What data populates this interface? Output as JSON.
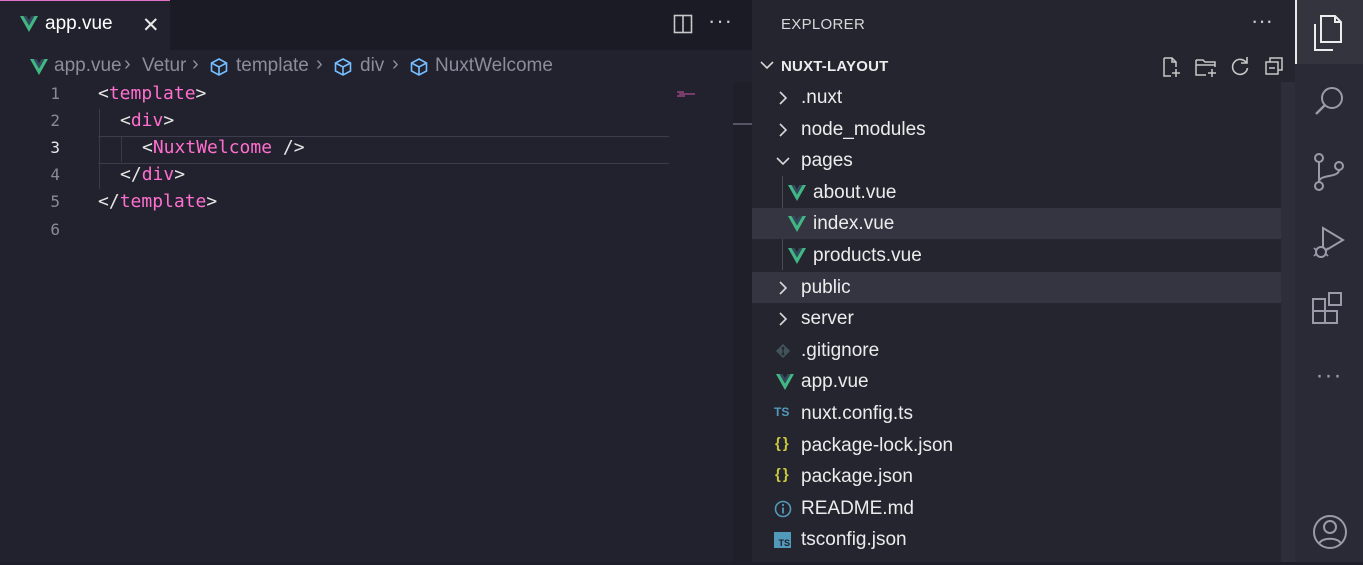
{
  "editor": {
    "tab": {
      "label": "app.vue",
      "close": "✕"
    },
    "toolbar": {
      "more": "···"
    },
    "breadcrumb": [
      "app.vue",
      "Vetur",
      "template",
      "div",
      "NuxtWelcome"
    ],
    "lines": [
      {
        "n": "1",
        "indent": 0,
        "open": "<",
        "tag": "template",
        "close": ">"
      },
      {
        "n": "2",
        "indent": 1,
        "open": "<",
        "tag": "div",
        "close": ">"
      },
      {
        "n": "3",
        "indent": 2,
        "open": "<",
        "tag": "NuxtWelcome",
        "close": " />"
      },
      {
        "n": "4",
        "indent": 1,
        "open": "</",
        "tag": "div",
        "close": ">"
      },
      {
        "n": "5",
        "indent": 0,
        "open": "</",
        "tag": "template",
        "close": ">"
      },
      {
        "n": "6",
        "indent": 0,
        "open": "",
        "tag": "",
        "close": ""
      }
    ],
    "active_line": "3"
  },
  "sidebar": {
    "title": "EXPLORER",
    "more": "···",
    "section_title": "NUXT-LAYOUT",
    "items": [
      {
        "label": ".nuxt",
        "kind": "folder",
        "depth": 0,
        "expanded": false
      },
      {
        "label": "node_modules",
        "kind": "folder",
        "depth": 0,
        "expanded": false
      },
      {
        "label": "pages",
        "kind": "folder",
        "depth": 0,
        "expanded": true
      },
      {
        "label": "about.vue",
        "kind": "vue",
        "depth": 1
      },
      {
        "label": "index.vue",
        "kind": "vue",
        "depth": 1,
        "selected": true
      },
      {
        "label": "products.vue",
        "kind": "vue",
        "depth": 1
      },
      {
        "label": "public",
        "kind": "folder",
        "depth": 0,
        "expanded": false,
        "hover": true
      },
      {
        "label": "server",
        "kind": "folder",
        "depth": 0,
        "expanded": false
      },
      {
        "label": ".gitignore",
        "kind": "git",
        "depth": 0
      },
      {
        "label": "app.vue",
        "kind": "vue",
        "depth": 0
      },
      {
        "label": "nuxt.config.ts",
        "kind": "ts",
        "depth": 0
      },
      {
        "label": "package-lock.json",
        "kind": "json",
        "depth": 0
      },
      {
        "label": "package.json",
        "kind": "json",
        "depth": 0
      },
      {
        "label": "README.md",
        "kind": "info",
        "depth": 0
      },
      {
        "label": "tsconfig.json",
        "kind": "tsconfig",
        "depth": 0
      }
    ],
    "icon_glyphs": {
      "ts": "TS",
      "json": "{}",
      "tsconfig": "TS"
    }
  },
  "activity_bar": {
    "items": [
      "explorer-icon",
      "search-icon",
      "source-control-icon",
      "run-debug-icon",
      "extensions-icon",
      "more-icon",
      "account-icon"
    ],
    "more": "···"
  },
  "colors": {
    "vue_green": "#41b883",
    "tag_pink": "#ff6fcf",
    "accent": "#e070c8",
    "json_yellow": "#cbcb41",
    "ts_blue": "#519aba"
  }
}
